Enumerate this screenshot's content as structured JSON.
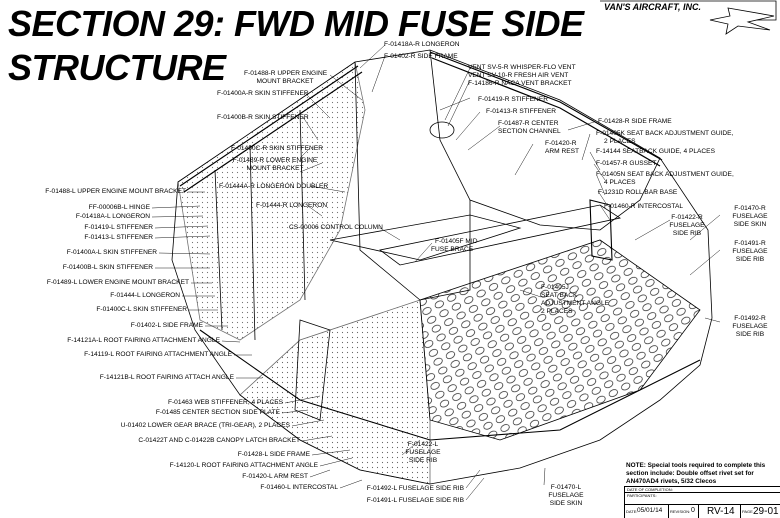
{
  "title": {
    "line1": "SECTION 29: FWD MID FUSE SIDE",
    "line2": "STRUCTURE"
  },
  "brand": {
    "name": "VAN'S AIRCRAFT, INC."
  },
  "labels_top": [
    "F-01418A-R LONGERON",
    "F-01402-R SIDE FRAME",
    "F-01488-R UPPER ENGINE",
    "MOUNT BRACKET",
    "F-01400A-R SKIN STIFFENER",
    "F-01400B-R SKIN STIFFENER",
    "F-01400C-R SKIN STIFFENER",
    "F-01489-R LOWER ENGINE",
    "MOUNT BRACKET",
    "F-01444A-R LONGERON DOUBLER",
    "F-01444-R LONGERON",
    "CS-00006 CONTROL COLUMN",
    "F-01405F MID",
    "FUSE BRACE"
  ],
  "labels_vent": [
    "VENT SV-5-R WHISPER-FLO VENT",
    "VENT SV-10-R FRESH AIR VENT",
    "F-14186-R NACA VENT BRACKET",
    "F-01419-R STIFFENER",
    "F-01413-R STIFFENER",
    "F-01487-R CENTER",
    "SECTION CHANNEL",
    "F-01420-R",
    "ARM REST"
  ],
  "labels_right": [
    "F-01428-R SIDE FRAME",
    "F-01405K SEAT BACK ADJUSTMENT GUIDE,",
    "2 PLACES",
    "F-14144 SEATBACK GUIDE, 4 PLACES",
    "F-01457-R GUSSET",
    "F-01405N SEAT BACK ADJUSTMENT GUIDE,",
    "4 PLACES",
    "F-1231D ROLL BAR BASE",
    "F-01460-R INTERCOSTAL",
    "F-01422-R",
    "FUSELAGE",
    "SIDE RIB",
    "F-01470-R",
    "FUSELAGE",
    "SIDE SKIN",
    "F-01491-R",
    "FUSELAGE",
    "SIDE RIB",
    "F-01492-R",
    "FUSELAGE",
    "SIDE RIB"
  ],
  "labels_left": [
    "F-01488-L UPPER ENGINE MOUNT BRACKET",
    "FF-00006B-L HINGE",
    "F-01418A-L LONGERON",
    "F-01419-L  STIFFENER",
    "F-01413-L STIFFENER",
    "F-01400A-L SKIN STIFFENER",
    "F-01400B-L SKIN STIFFENER",
    "F-01489-L LOWER ENGINE MOUNT BRACKET",
    "F-01444-L LONGERON",
    "F-01400C-L SKIN STIFFENER",
    "F-01402-L SIDE FRAME",
    "F-14121A-L ROOT FAIRING ATTACHMENT ANGLE",
    "F-14119-L ROOT FAIRING ATTACHMENT ANGLE",
    "F-14121B-L ROOT FAIRING ATTACH ANGLE"
  ],
  "labels_bottom": [
    "F-01463 WEB STIFFENER, 4 PLACES",
    "F-01485 CENTER SECTION SIDE PLATE",
    "U-01402 LOWER GEAR BRACE (TRI-GEAR), 2 PLACES",
    "C-01422T AND C-01422B CANOPY LATCH BRACKET",
    "F-01428-L SIDE FRAME",
    "F-14120-L ROOT FAIRING ATTACHMENT ANGLE",
    "F-01420-L ARM REST",
    "F-01460-L INTERCOSTAL",
    "F-01405J",
    "SEAT BACK",
    "ADJUSTMENT ANGLE",
    "2 PLACES",
    "F-01422-L",
    "FUSELAGE",
    "SIDE RIB",
    "F-01492-L FUSELAGE SIDE RIB",
    "F-01491-L FUSELAGE SIDE RIB",
    "F-01470-L",
    "FUSELAGE",
    "SIDE SKIN"
  ],
  "note": {
    "line1": "NOTE: Special tools required to complete this",
    "line2": "section include: Double offset rivet set for",
    "line3": "AN470AD4 rivets, 5/32 Clecos"
  },
  "title_block": {
    "completion_label": "DATE OF COMPLETION:",
    "participants_label": "PARTICIPANTS:",
    "date_label": "DATE:",
    "date": "05/01/14",
    "revision_label": "REVISION:",
    "revision": "0",
    "model": "RV-14",
    "page_label": "PAGE",
    "page": "29-01"
  }
}
